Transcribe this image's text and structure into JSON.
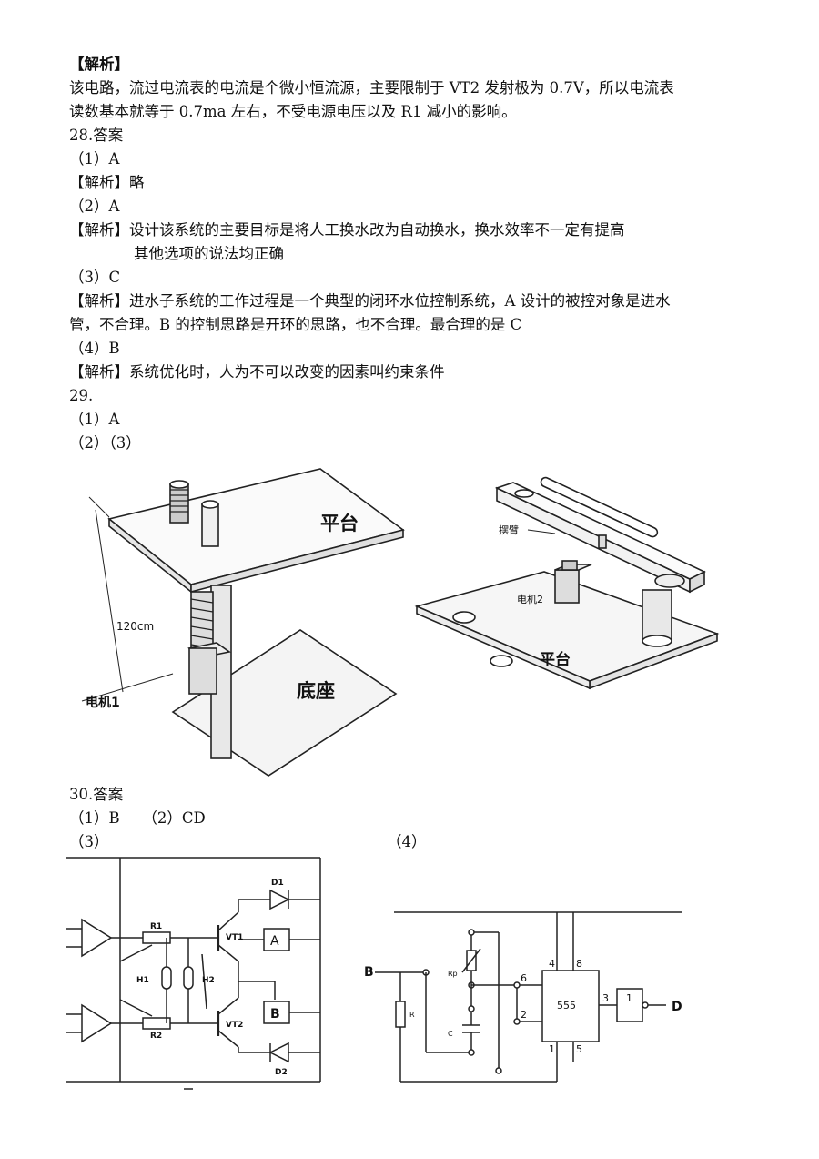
{
  "lines": [
    "【解析】",
    "该电路，流过电流表的电流是个微小恒流源，主要限制于 VT2 发射极为 0.7V，所以电流表",
    "读数基本就等于 0.7ma 左右，不受电源电压以及 R1 减小的影响。",
    "28.答案",
    "（1）A",
    "【解析】略",
    "（2）A",
    "【解析】设计该系统的主要目标是将人工换水改为自动换水，换水效率不一定有提高",
    "其他选项的说法均正确",
    "（3）C",
    "【解析】进水子系统的工作过程是一个典型的闭环水位控制系统，A 设计的被控对象是进水",
    "管，不合理。B 的控制思路是开环的思路，也不合理。最合理的是 C",
    "（4）B",
    "【解析】系统优化时，人为不可以改变的因素叫约束条件",
    "29.",
    "（1）A",
    "（2）（3）",
    "30.答案",
    "（1）B　　（2）CD",
    "（3）",
    "（4）"
  ],
  "fig1": {
    "platform": "平台",
    "base": "底座",
    "height": "120cm",
    "motor": "电机1"
  },
  "fig2": {
    "arm": "摆臂",
    "motor": "电机2",
    "platform": "平台"
  },
  "circuit3": {
    "d1": "D1",
    "d2": "D2",
    "r1": "R1",
    "r2": "R2",
    "vt1": "VT1",
    "vt2": "VT2",
    "h1": "H1",
    "h2": "H2",
    "ammeter": "A",
    "meter_b": "B"
  },
  "circuit4": {
    "in": "B",
    "out": "D",
    "r": "R",
    "rp": "Rp",
    "c": "C",
    "ic": "555",
    "gate": "1",
    "pin4": "4",
    "pin8": "8",
    "pin6": "6",
    "pin2": "2",
    "pin3": "3",
    "pin1": "1",
    "pin5": "5"
  }
}
